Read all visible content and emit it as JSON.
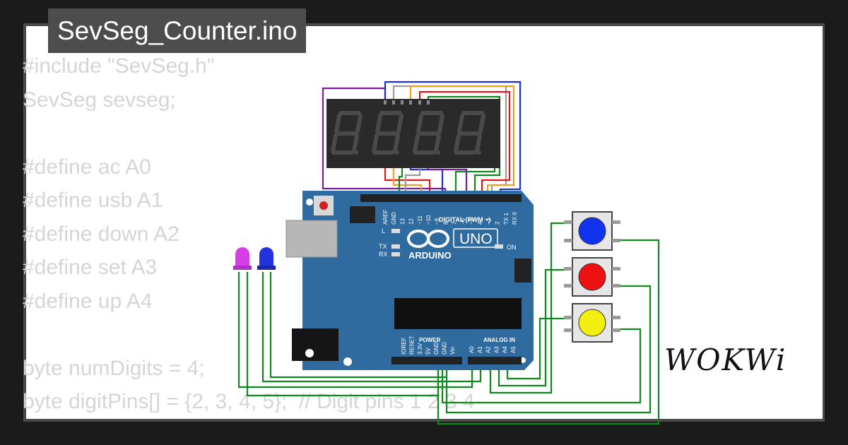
{
  "window": {
    "title": "SevSeg_Counter.ino"
  },
  "code": {
    "lines": [
      "#include \"SevSeg.h\"",
      "SevSeg sevseg;",
      "",
      "#define ac A0",
      "#define usb A1",
      "#define down A2",
      "#define set A3",
      "#define up A4",
      "",
      "byte numDigits = 4;",
      "byte digitPins[] = {2, 3, 4, 5};  // Digit pins 1 2 3 4"
    ]
  },
  "board": {
    "brand_text": "ARDUINO",
    "model_text": "UNO",
    "digital_header_label": "DIGITAL (PWM ~)",
    "power_label": "POWER",
    "analog_label": "ANALOG IN",
    "on_label": "ON",
    "l_label": "L",
    "tx_label": "TX",
    "rx_label": "RX",
    "digital_pins": [
      "AREF",
      "GND",
      "13",
      "12",
      "~11",
      "~10",
      "~9",
      "8",
      "7",
      "~6",
      "~5",
      "4",
      "~3",
      "2",
      "TX 1",
      "RX 0"
    ],
    "power_pins": [
      "IOREF",
      "RESET",
      "3.3V",
      "5V",
      "GND",
      "GND",
      "Vin"
    ],
    "analog_pins": [
      "A0",
      "A1",
      "A2",
      "A3",
      "A4",
      "A5"
    ]
  },
  "display": {
    "digits": 4,
    "color": "#2a2a2a"
  },
  "leds": [
    {
      "color": "#d63fe6"
    },
    {
      "color": "#2233dd"
    }
  ],
  "buttons": [
    {
      "color": "#1133ee"
    },
    {
      "color": "#ee1111"
    },
    {
      "color": "#f2ee11"
    }
  ],
  "colors": {
    "board": "#2f6b9e",
    "wire_green": "#0e8a1a",
    "wire_blue": "#1f2ed6",
    "wire_orange": "#f0a020",
    "wire_red": "#e01818",
    "wire_purple": "#7a1a9a",
    "wire_gray": "#9b9b9b"
  },
  "brand": {
    "logo_text": "WOKWi"
  }
}
